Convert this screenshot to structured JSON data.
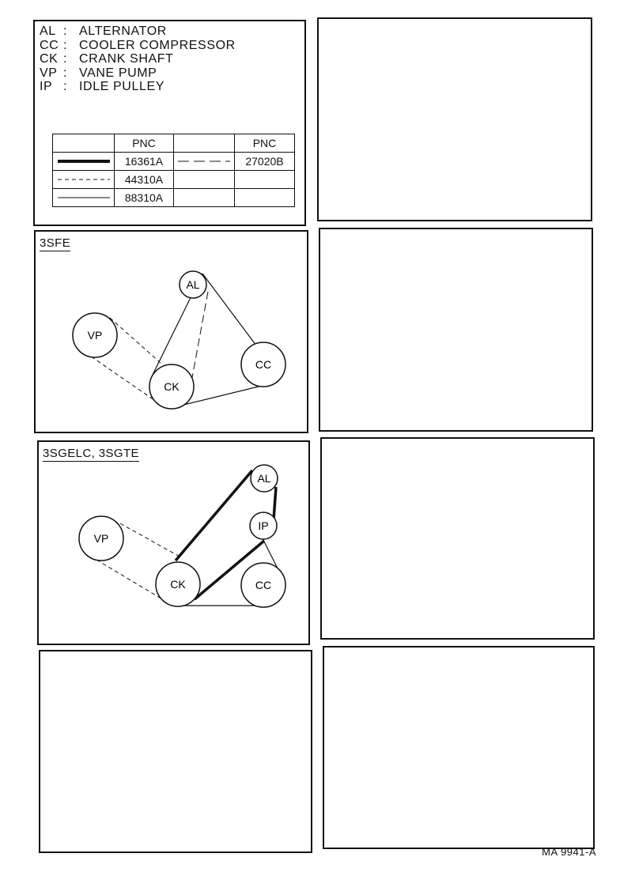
{
  "legend": {
    "items": [
      {
        "abbr": "AL",
        "name": "ALTERNATOR"
      },
      {
        "abbr": "CC",
        "name": "COOLER COMPRESSOR"
      },
      {
        "abbr": "CK",
        "name": "CRANK SHAFT"
      },
      {
        "abbr": "VP",
        "name": "VANE PUMP"
      },
      {
        "abbr": "IP",
        "name": "IDLE PULLEY"
      }
    ],
    "separator": ":"
  },
  "pnc_table": {
    "header": "PNC",
    "rows": [
      {
        "line_style": "thick",
        "pnc": "16361A",
        "line_style2": "long-dash",
        "pnc2": "27020B"
      },
      {
        "line_style": "dashed",
        "pnc": "44310A",
        "line_style2": "",
        "pnc2": ""
      },
      {
        "line_style": "thin",
        "pnc": "88310A",
        "line_style2": "",
        "pnc2": ""
      }
    ]
  },
  "diagrams": [
    {
      "title": "3SFE",
      "pulleys": [
        "AL",
        "VP",
        "CC",
        "CK"
      ]
    },
    {
      "title": "3SGELC, 3SGTE",
      "pulleys": [
        "AL",
        "IP",
        "VP",
        "CK",
        "CC"
      ]
    }
  ],
  "figure_code": "MA  9941-A"
}
